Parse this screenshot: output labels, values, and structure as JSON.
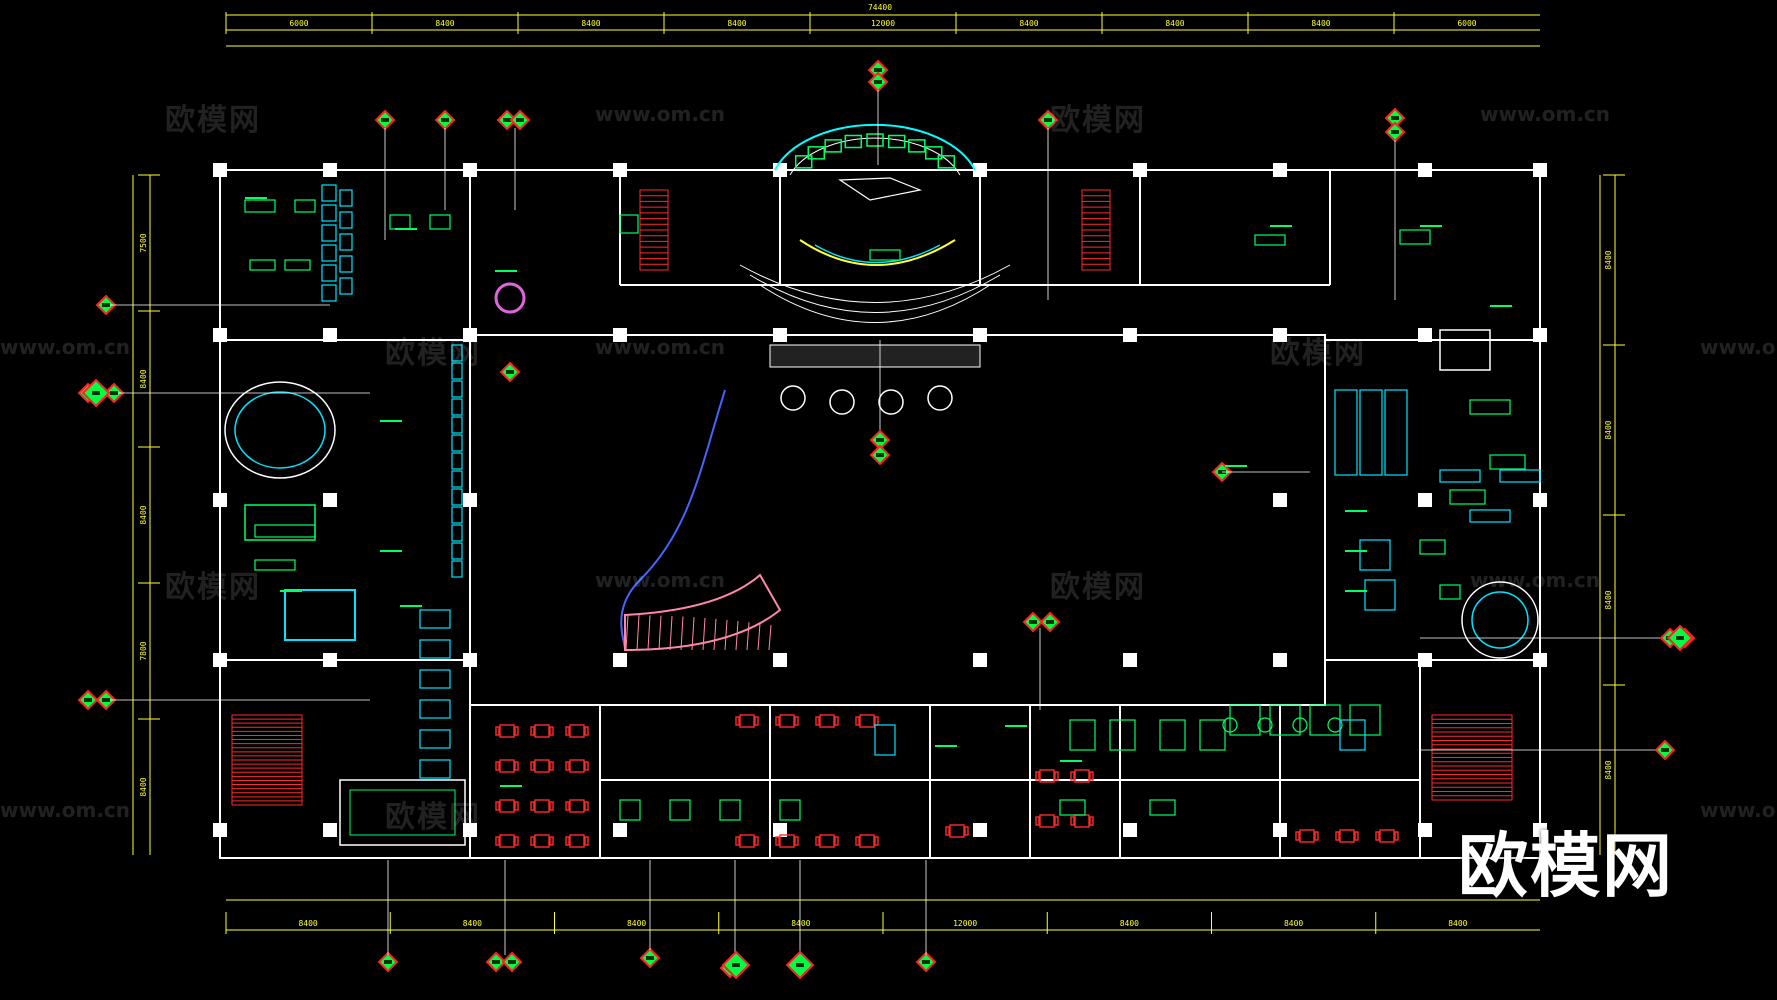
{
  "colors": {
    "background": "#000000",
    "wall": "#ffffff",
    "dimension": "#ffff33",
    "marker": "#ff2222",
    "marker_fill": "#00ff44",
    "furniture_green": "#00ff66",
    "furniture_cyan": "#00e5ff",
    "furniture_red": "#ff2a2a",
    "stair_pink": "#ff88aa",
    "accent_magenta": "#ff44ff",
    "feature_orange": "#ffaa00"
  },
  "dimensions": {
    "overall_top": "74400",
    "top": [
      "6000",
      "8400",
      "8400",
      "8400",
      "12000",
      "8400",
      "8400",
      "8400",
      "6000"
    ],
    "bottom": [
      "8400",
      "8400",
      "8400",
      "8400",
      "12000",
      "8400",
      "8400",
      "8400"
    ],
    "left": [
      "7500",
      "8400",
      "8400",
      "7800",
      "8400"
    ],
    "right": [
      "8400",
      "8400",
      "8400",
      "8400"
    ]
  },
  "watermarks": {
    "cn": "欧模网",
    "url": "www.om.cn"
  },
  "brand": {
    "logo_text": "欧模网"
  }
}
